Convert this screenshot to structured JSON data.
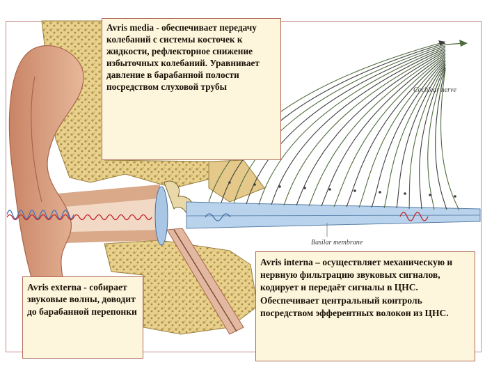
{
  "callouts": {
    "media": "Avris media - обеспечивает передачу колебаний с системы косточек к жидкости, рефлекторное снижение избыточных колебаний. Уравнивает давление в барабанной полости посредством слуховой трубы",
    "externa": "Avris externa - собирает звуковые волны, доводит до барабанной перепонки",
    "interna": "Avris interna – осуществляет механическую и нервную фильтрацию звуковых сигналов, кодирует и передаёт сигналы в ЦНС. Обеспечивает центральный контроль посредством эфферентных волокон из ЦНС."
  },
  "labels": {
    "cochlear_nerve": "Cochlear nerve",
    "basilar_membrane": "Basilar membrane"
  },
  "colors": {
    "bone": "#e9d18c",
    "cartilage": "#d9a98a",
    "tissue": "#d18f74",
    "nerve_green": "#4f6b3c",
    "nerve_dark": "#3d3d3d",
    "sound_wave": "#c0242a",
    "sound_wave_blue": "#4f79b5",
    "cochlea_blue": "#b9d3ec",
    "frame": "#c98a8a",
    "callout_bg": "#fdf5dc"
  }
}
